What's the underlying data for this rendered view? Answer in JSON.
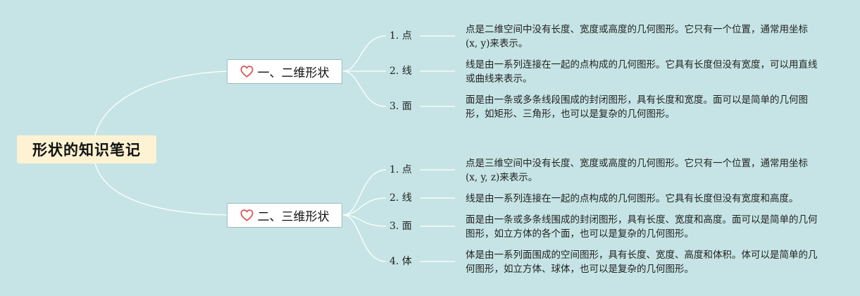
{
  "root": {
    "title": "形状的知识笔记"
  },
  "branches": [
    {
      "label": "一、二维形状",
      "items": [
        {
          "label": "1. 点",
          "desc": "点是二维空间中没有长度、宽度或高度的几何图形。它只有一个位置，通常用坐标(x, y)来表示。"
        },
        {
          "label": "2. 线",
          "desc": "线是由一系列连接在一起的点构成的几何图形。它具有长度但没有宽度，可以用直线或曲线来表示。"
        },
        {
          "label": "3. 面",
          "desc": "面是由一条或多条线段围成的封闭图形，具有长度和宽度。面可以是简单的几何图形，如矩形、三角形，也可以是复杂的几何图形。"
        }
      ]
    },
    {
      "label": "二、三维形状",
      "items": [
        {
          "label": "1. 点",
          "desc": "点是三维空间中没有长度、宽度或高度的几何图形。它只有一个位置，通常用坐标(x, y, z)来表示。"
        },
        {
          "label": "2. 线",
          "desc": "线是由一系列连接在一起的点构成的几何图形。它具有长度但没有宽度和高度。"
        },
        {
          "label": "3. 面",
          "desc": "面是由一条或多条线围成的封闭图形，具有长度、宽度和高度。面可以是简单的几何图形，如立方体的各个面，也可以是复杂的几何图形。"
        },
        {
          "label": "4. 体",
          "desc": "体是由一系列面围成的空间图形，具有长度、宽度、高度和体积。体可以是简单的几何图形，如立方体、球体，也可以是复杂的几何图形。"
        }
      ]
    }
  ],
  "colors": {
    "background": "#c6e4e5",
    "root_fill": "#fdf3d2",
    "heart": "#d9534f",
    "connector": "#ffffff"
  },
  "icons": {
    "branch_marker": "heart-icon"
  }
}
